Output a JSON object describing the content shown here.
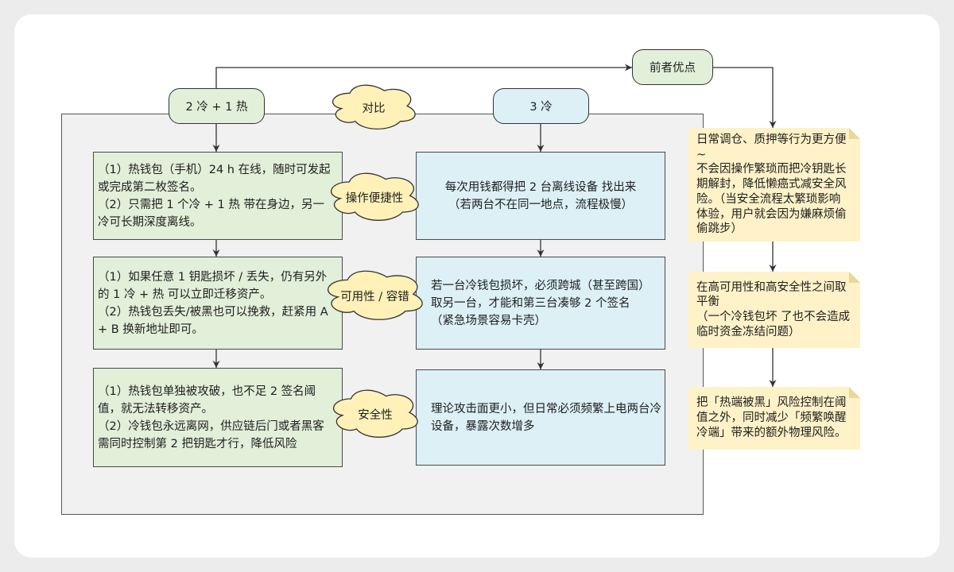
{
  "header": {
    "scheme_a": "2 冷 + 1 热",
    "compare": "对比",
    "scheme_b": "3 冷",
    "advantages": "前者优点"
  },
  "rows": [
    {
      "aspect": "操作便捷性",
      "scheme_a_text": "（1）热钱包（手机）24 h 在线，随时可发起\n或完成第二枚签名。\n（2）只需把 1 个冷 + 1 热 带在身边，另一\n冷可长期深度离线。",
      "scheme_b_text": "每次用钱都得把 2 台离线设备 找出来\n（若两台不在同一地点，流程极慢）",
      "advantage_note": "日常调仓、质押等行为更方便\n~\n不会因操作繁琐而把冷钥匙长\n期解封，降低懒癌式减安全风\n险。（当安全流程太繁琐影响\n体验，用户就会因为嫌麻烦偷\n偷跳步）"
    },
    {
      "aspect": "可用性 / 容错",
      "scheme_a_text": "（1）如果任意 1 钥匙损坏 / 丢失，仍有另外\n的 1 冷 + 热 可以立即迁移资产。\n（2）热钱包丢失/被黑也可以挽救，赶紧用 A\n+ B 换新地址即可。",
      "scheme_b_text": "若一台冷钱包损坏，必须跨城（甚至跨国）\n取另一台，才能和第三台凑够 2 个签名\n（紧急场景容易卡壳）",
      "advantage_note": "在高可用性和高安全性之间取\n平衡\n（一个冷钱包坏 了也不会造成\n临时资金冻结问题）"
    },
    {
      "aspect": "安全性",
      "scheme_a_text": "（1）热钱包单独被攻破，也不足 2 签名阈\n值，就无法转移资产。\n（2）冷钱包永远离网，供应链后门或者黑客\n需同时控制第 2 把钥匙才行，降低风险",
      "scheme_b_text": "理论攻击面更小，但日常必须频繁上电两台冷\n设备，暴露次数增多",
      "advantage_note": "把「热端被黑」风险控制在阈\n值之外，同时减少「频繁唤醒\n冷端」带来的额外物理风险。"
    }
  ],
  "colors": {
    "scheme_a_fill": "#e2efd9",
    "scheme_b_fill": "#dcf0f6",
    "cloud_fill": "#fff1b8",
    "note_fill": "#fff2c8",
    "container_fill": "#f1f1f1"
  }
}
